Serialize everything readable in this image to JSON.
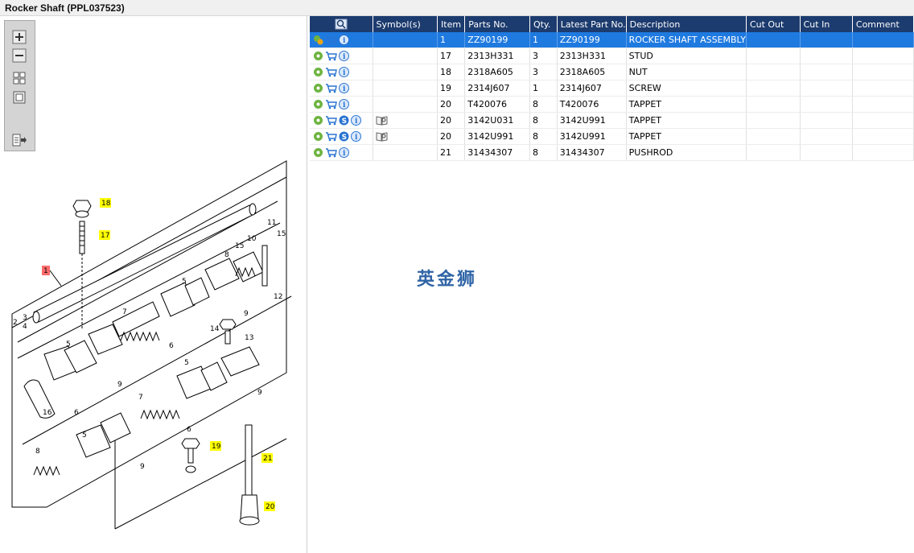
{
  "window": {
    "title": "Rocker Shaft (PPL037523)"
  },
  "toolbar": {
    "tools": [
      {
        "name": "zoom-in-icon"
      },
      {
        "name": "zoom-out-icon"
      },
      {
        "name": "fit-grid-icon"
      },
      {
        "name": "actual-size-icon"
      },
      {
        "name": "export-list-icon"
      }
    ]
  },
  "diagram": {
    "callouts": [
      "18",
      "17",
      "1",
      "19",
      "21",
      "20"
    ],
    "labels": [
      "2",
      "3",
      "4",
      "5",
      "5",
      "5",
      "5",
      "6",
      "6",
      "6",
      "7",
      "7",
      "8",
      "8",
      "9",
      "9",
      "9",
      "9",
      "10",
      "11",
      "12",
      "13",
      "14",
      "15",
      "15",
      "16"
    ]
  },
  "grid": {
    "columns": [
      "",
      "Symbol(s)",
      "Item",
      "Parts No.",
      "Qty.",
      "Latest Part No.",
      "Description",
      "Cut Out",
      "Cut In",
      "Comment"
    ],
    "rows": [
      {
        "item": "1",
        "part_no": "ZZ90199",
        "qty": "1",
        "latest": "ZZ90199",
        "desc": "ROCKER SHAFT ASSEMBLY",
        "cut_out": "",
        "cut_in": "",
        "comment": "",
        "supersede": false,
        "selected": true
      },
      {
        "item": "17",
        "part_no": "2313H331",
        "qty": "3",
        "latest": "2313H331",
        "desc": "STUD",
        "cut_out": "",
        "cut_in": "",
        "comment": "",
        "supersede": false,
        "selected": false
      },
      {
        "item": "18",
        "part_no": "2318A605",
        "qty": "3",
        "latest": "2318A605",
        "desc": "NUT",
        "cut_out": "",
        "cut_in": "",
        "comment": "",
        "supersede": false,
        "selected": false
      },
      {
        "item": "19",
        "part_no": "2314J607",
        "qty": "1",
        "latest": "2314J607",
        "desc": "SCREW",
        "cut_out": "",
        "cut_in": "",
        "comment": "",
        "supersede": false,
        "selected": false
      },
      {
        "item": "20",
        "part_no": "T420076",
        "qty": "8",
        "latest": "T420076",
        "desc": "TAPPET",
        "cut_out": "",
        "cut_in": "",
        "comment": "",
        "supersede": false,
        "selected": false
      },
      {
        "item": "20",
        "part_no": "3142U031",
        "qty": "8",
        "latest": "3142U991",
        "desc": "TAPPET",
        "cut_out": "",
        "cut_in": "",
        "comment": "",
        "supersede": true,
        "selected": false
      },
      {
        "item": "20",
        "part_no": "3142U991",
        "qty": "8",
        "latest": "3142U991",
        "desc": "TAPPET",
        "cut_out": "",
        "cut_in": "",
        "comment": "",
        "supersede": true,
        "selected": false
      },
      {
        "item": "21",
        "part_no": "31434307",
        "qty": "8",
        "latest": "31434307",
        "desc": "PUSHROD",
        "cut_out": "",
        "cut_in": "",
        "comment": "",
        "supersede": false,
        "selected": false
      }
    ],
    "icons": {
      "row": [
        "gear-icon",
        "cart-icon",
        "info-icon"
      ],
      "supersede": [
        "gear-icon",
        "cart-icon",
        "supersession-icon",
        "info-icon",
        "book-icon"
      ],
      "header": "search-icon"
    },
    "supersede_letter": "S",
    "info_letter": "i"
  },
  "watermark": "英金狮",
  "colors": {
    "header": "#1c3b6e",
    "selected": "#1f7ae0",
    "callout": "#ffff00",
    "callout_main": "#ff6b6b",
    "watermark": "#2f64a6"
  }
}
